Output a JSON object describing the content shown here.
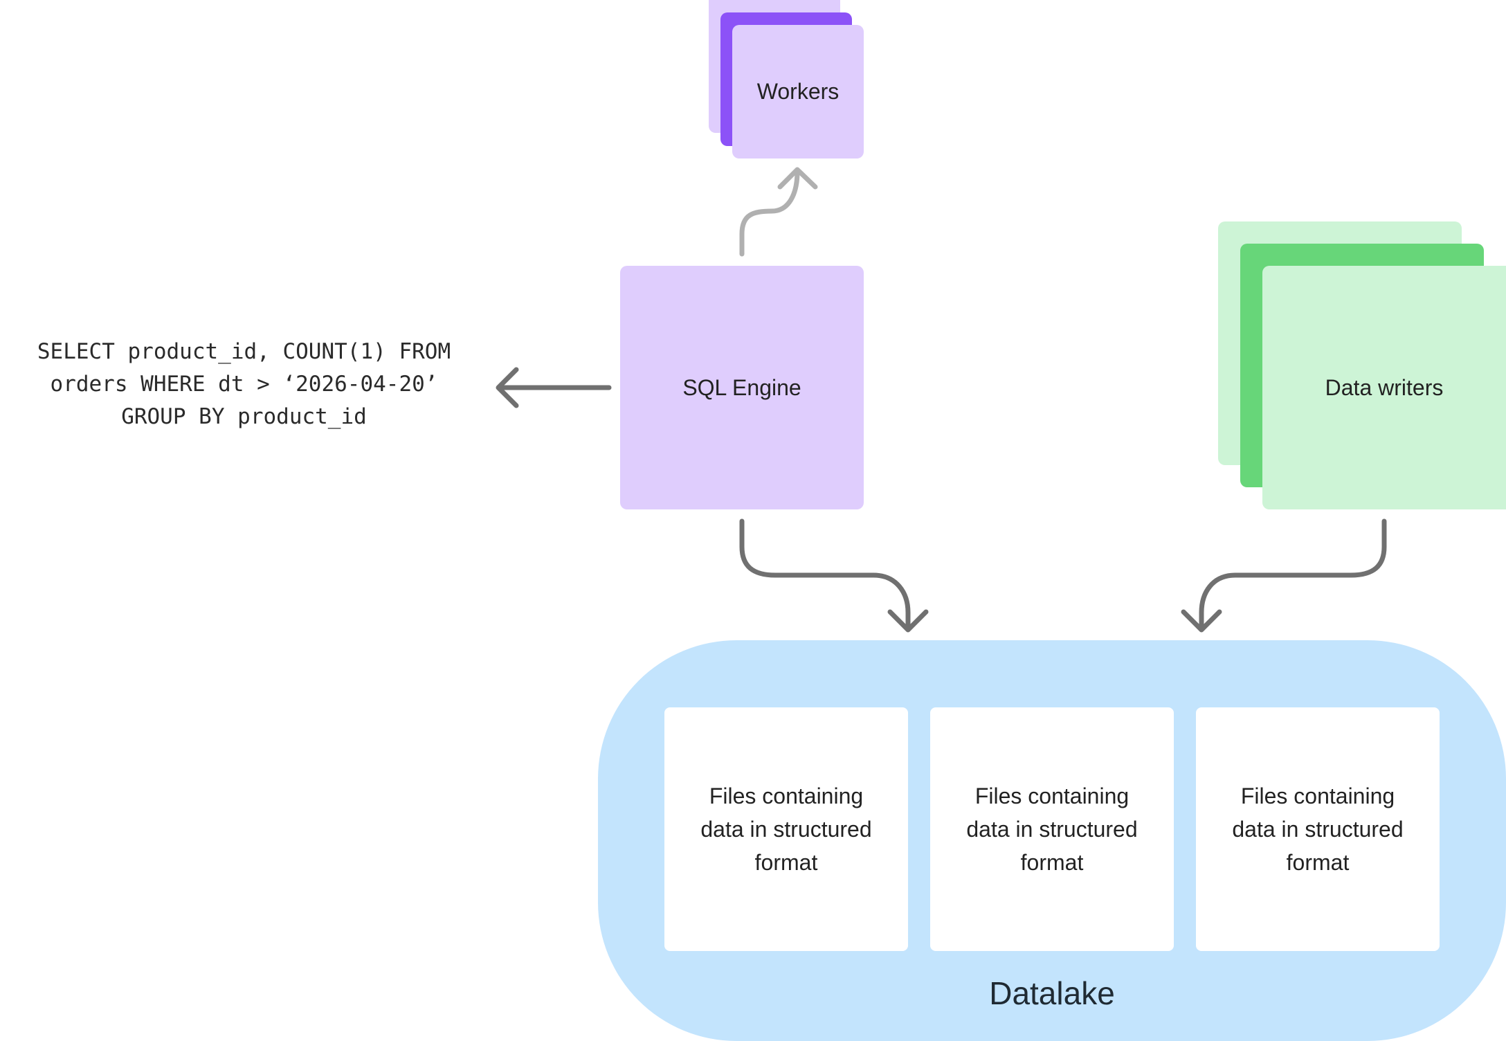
{
  "diagram": {
    "query": {
      "lines": [
        "SELECT product_id, COUNT(1) FROM",
        "orders WHERE dt > ‘2026-04-20’",
        "GROUP BY product_id"
      ]
    },
    "workers": {
      "label": "Workers"
    },
    "sql_engine": {
      "label": "SQL Engine"
    },
    "data_writers": {
      "label": "Data writers"
    },
    "datalake": {
      "label": "Datalake",
      "files": [
        {
          "label": "Files containing\ndata in structured\nformat"
        },
        {
          "label": "Files containing\ndata in structured\nformat"
        },
        {
          "label": "Files containing\ndata in structured\nformat"
        }
      ]
    }
  },
  "colors": {
    "purple_light": "#dfcdfd",
    "purple_dark": "#8c52f7",
    "green_light": "#cdf4d6",
    "green_dark": "#67d679",
    "blue_light": "#c3e4fd",
    "arrow_dark": "#707070",
    "arrow_light": "#b0b0b0"
  }
}
